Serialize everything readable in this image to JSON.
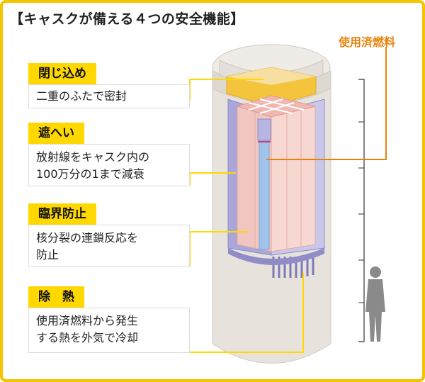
{
  "title": "【キャスクが備える４つの安全機能】",
  "fuel_label": "使用済燃料",
  "functions": [
    {
      "heading": "閉じ込め",
      "lines": [
        "二重のふたで密封"
      ]
    },
    {
      "heading": "遮へい",
      "lines": [
        "放射線をキャスク内の",
        "100万分の1まで減衰"
      ]
    },
    {
      "heading": "臨界防止",
      "lines": [
        "核分裂の連鎖反応を",
        "防止"
      ]
    },
    {
      "heading": "除　熱",
      "lines": [
        "使用済燃料から発生",
        "する熱を外気で冷却"
      ]
    }
  ],
  "colors": {
    "accent": "#f5c400",
    "fuel_label": "#e8830a",
    "connector": "#ffd800"
  }
}
